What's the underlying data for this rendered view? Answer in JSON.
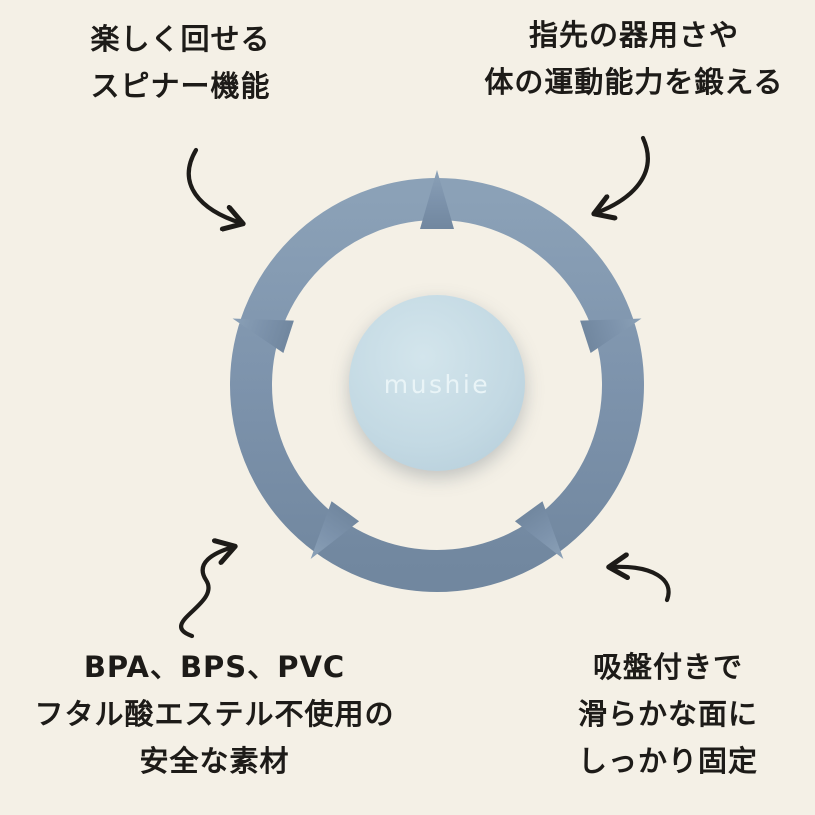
{
  "background_color": "#f4f0e6",
  "ink_color": "#1d1b18",
  "product": {
    "brand": "mushie",
    "wheel_color": "#7d93ac",
    "wheel_color_light": "#8ba1b7",
    "wheel_color_dark": "#71879f",
    "hub_color": "#c3d9e3",
    "hub_color_light": "#cfe2ea",
    "brand_text_color": "#e9f4f7"
  },
  "annotations": {
    "top_left": {
      "lines": [
        "楽しく回せる",
        "スピナー機能"
      ]
    },
    "top_right": {
      "lines": [
        "指先の器用さや",
        "体の運動能力を鍛える"
      ]
    },
    "bottom_left": {
      "lines": [
        "BPA、BPS、PVC",
        "フタル酸エステル不使用の",
        "安全な素材"
      ]
    },
    "bottom_right": {
      "lines": [
        "吸盤付きで",
        "滑らかな面に",
        "しっかり固定"
      ]
    }
  }
}
